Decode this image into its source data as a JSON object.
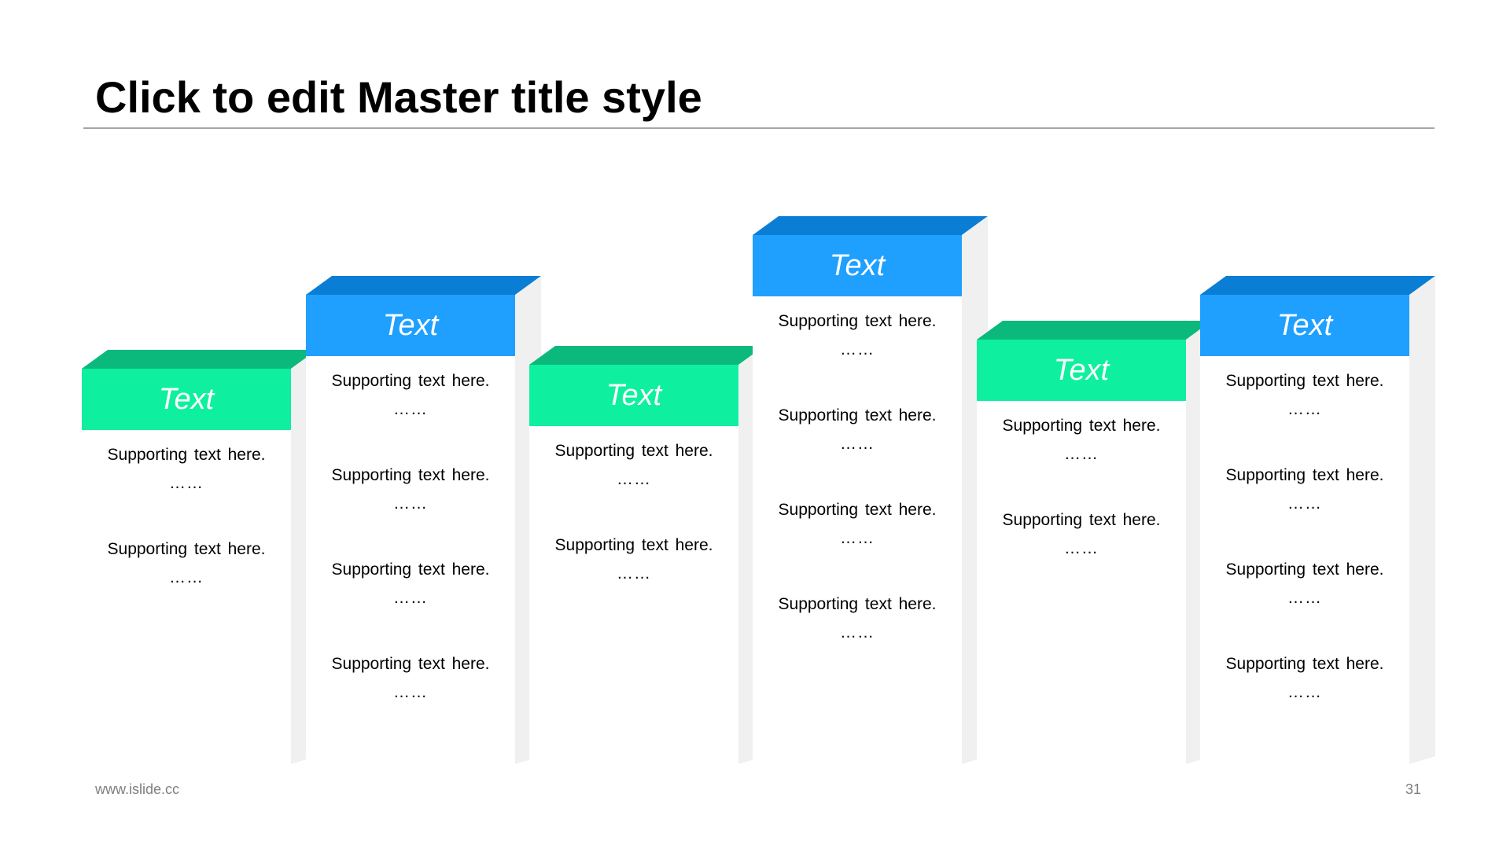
{
  "slide": {
    "title": "Click to edit Master title style",
    "footer_url": "www.islide.cc",
    "page_number": "31"
  },
  "colors": {
    "green_face": "#0ef0a0",
    "green_top": "#0cb97c",
    "blue_face": "#1fa0ff",
    "blue_top": "#0a7ed4",
    "side_shade": "#f0f0f0",
    "body_bg": "#ffffff"
  },
  "columns": [
    {
      "label": "Text",
      "color": "green",
      "items": [
        {
          "text": "Supporting text here.",
          "dots": "……"
        },
        {
          "text": "Supporting text here.",
          "dots": "……"
        }
      ]
    },
    {
      "label": "Text",
      "color": "blue",
      "items": [
        {
          "text": "Supporting text here.",
          "dots": "……"
        },
        {
          "text": "Supporting text here.",
          "dots": "……"
        },
        {
          "text": "Supporting text here.",
          "dots": "……"
        },
        {
          "text": "Supporting text here.",
          "dots": "……"
        }
      ]
    },
    {
      "label": "Text",
      "color": "green",
      "items": [
        {
          "text": "Supporting text here.",
          "dots": "……"
        },
        {
          "text": "Supporting text here.",
          "dots": "……"
        }
      ]
    },
    {
      "label": "Text",
      "color": "blue",
      "items": [
        {
          "text": "Supporting text here.",
          "dots": "……"
        },
        {
          "text": "Supporting text here.",
          "dots": "……"
        },
        {
          "text": "Supporting text here.",
          "dots": "……"
        },
        {
          "text": "Supporting text here.",
          "dots": "……"
        }
      ]
    },
    {
      "label": "Text",
      "color": "green",
      "items": [
        {
          "text": "Supporting text here.",
          "dots": "……"
        },
        {
          "text": "Supporting text here.",
          "dots": "……"
        }
      ]
    },
    {
      "label": "Text",
      "color": "blue",
      "items": [
        {
          "text": "Supporting text here.",
          "dots": "……"
        },
        {
          "text": "Supporting text here.",
          "dots": "……"
        },
        {
          "text": "Supporting text here.",
          "dots": "……"
        },
        {
          "text": "Supporting text here.",
          "dots": "……"
        }
      ]
    }
  ]
}
